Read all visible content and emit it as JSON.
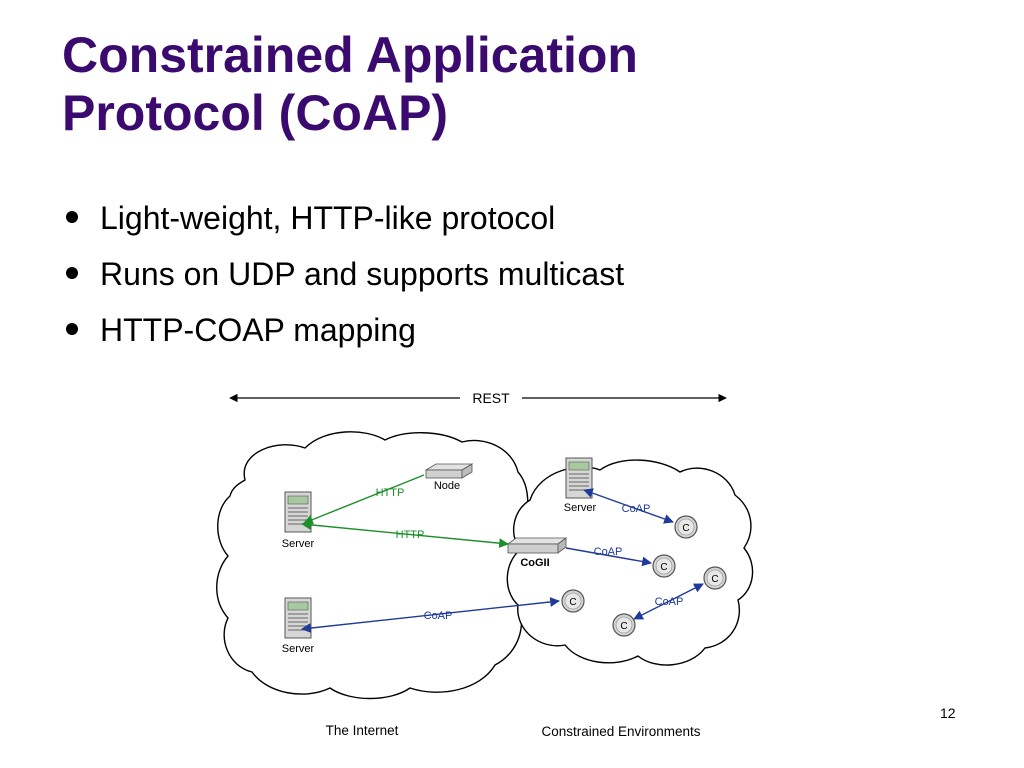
{
  "slide": {
    "title_line1": "Constrained Application",
    "title_line2": "Protocol (CoAP)",
    "bullets": [
      "Light-weight, HTTP-like protocol",
      "Runs on UDP and supports multicast",
      "HTTP-COAP mapping"
    ],
    "page_number": "12"
  },
  "diagram": {
    "rest_label": "REST",
    "internet_label": "The Internet",
    "constrained_label": "Constrained Environments",
    "nodes": {
      "server_top": "Server",
      "server_bottom": "Server",
      "server_constrained": "Server",
      "node": "Node",
      "cogii": "CoGII",
      "client": "C"
    },
    "edges": {
      "http_node": "HTTP",
      "http_cogii": "HTTP",
      "coap_bottom": "CoAP",
      "coap_server": "CoAP",
      "coap_cogii": "CoAP",
      "coap_pair": "CoAP"
    },
    "colors": {
      "title": "#3b0a6e",
      "http": "#1a8f2a",
      "coap": "#1f3a99"
    }
  }
}
